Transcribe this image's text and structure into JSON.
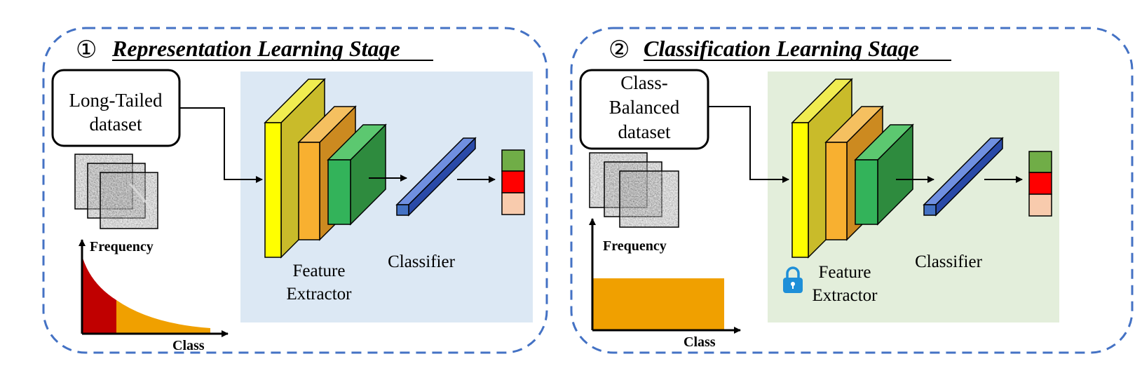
{
  "stage1": {
    "number": "①",
    "title": "Representation Learning Stage",
    "dataset_lines": [
      "Long-Tailed",
      "dataset"
    ],
    "feature_label_lines": [
      "Feature",
      "Extractor"
    ],
    "classifier_label": "Classifier",
    "plot": {
      "y_label": "Frequency",
      "x_label": "Class",
      "distribution": "long-tailed"
    },
    "panel_color": "#dce8f4"
  },
  "stage2": {
    "number": "②",
    "title": "Classification Learning Stage",
    "dataset_lines": [
      "Class-",
      "Balanced",
      "dataset"
    ],
    "feature_label_lines": [
      "Feature",
      "Extractor"
    ],
    "classifier_label": "Classifier",
    "plot": {
      "y_label": "Frequency",
      "x_label": "Class",
      "distribution": "uniform"
    },
    "panel_color": "#e3eedb",
    "feature_extractor_icon": "lock-icon"
  },
  "colors": {
    "border_dash": "#4472c4",
    "head_dark": "#c00000",
    "tail_orange": "#f0a000",
    "output": [
      "#70ad47",
      "#ff0000",
      "#f8cbad"
    ]
  }
}
